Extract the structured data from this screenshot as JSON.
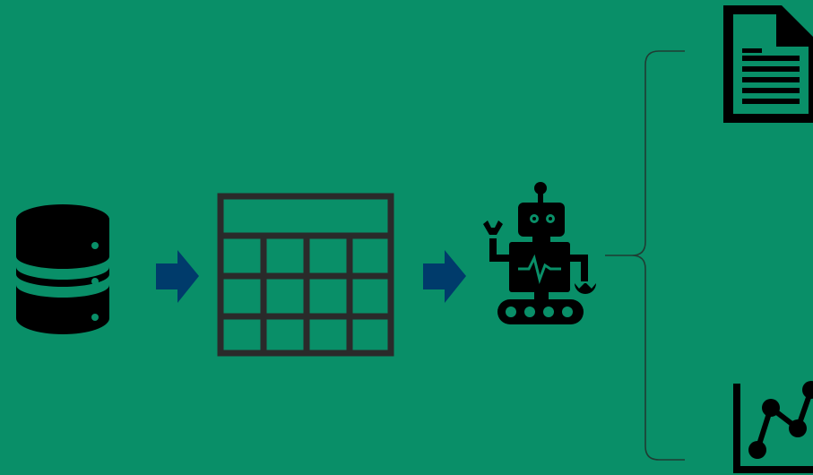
{
  "colors": {
    "background": "#098f68",
    "icon_fill": "#000000",
    "arrow_fill": "#003b6b",
    "table_stroke": "#2a2a2a",
    "brace_stroke": "#1f3d33"
  },
  "nodes": [
    {
      "id": "database",
      "icon": "database-icon"
    },
    {
      "id": "table",
      "icon": "data-table-icon"
    },
    {
      "id": "robot",
      "icon": "robot-icon"
    },
    {
      "id": "report",
      "icon": "document-icon"
    },
    {
      "id": "chart",
      "icon": "line-chart-icon"
    }
  ],
  "edges": [
    {
      "from": "database",
      "to": "table",
      "icon": "right-arrow-icon"
    },
    {
      "from": "table",
      "to": "robot",
      "icon": "right-arrow-icon"
    },
    {
      "from": "robot",
      "to": [
        "report",
        "chart"
      ],
      "icon": "curly-brace-icon"
    }
  ]
}
